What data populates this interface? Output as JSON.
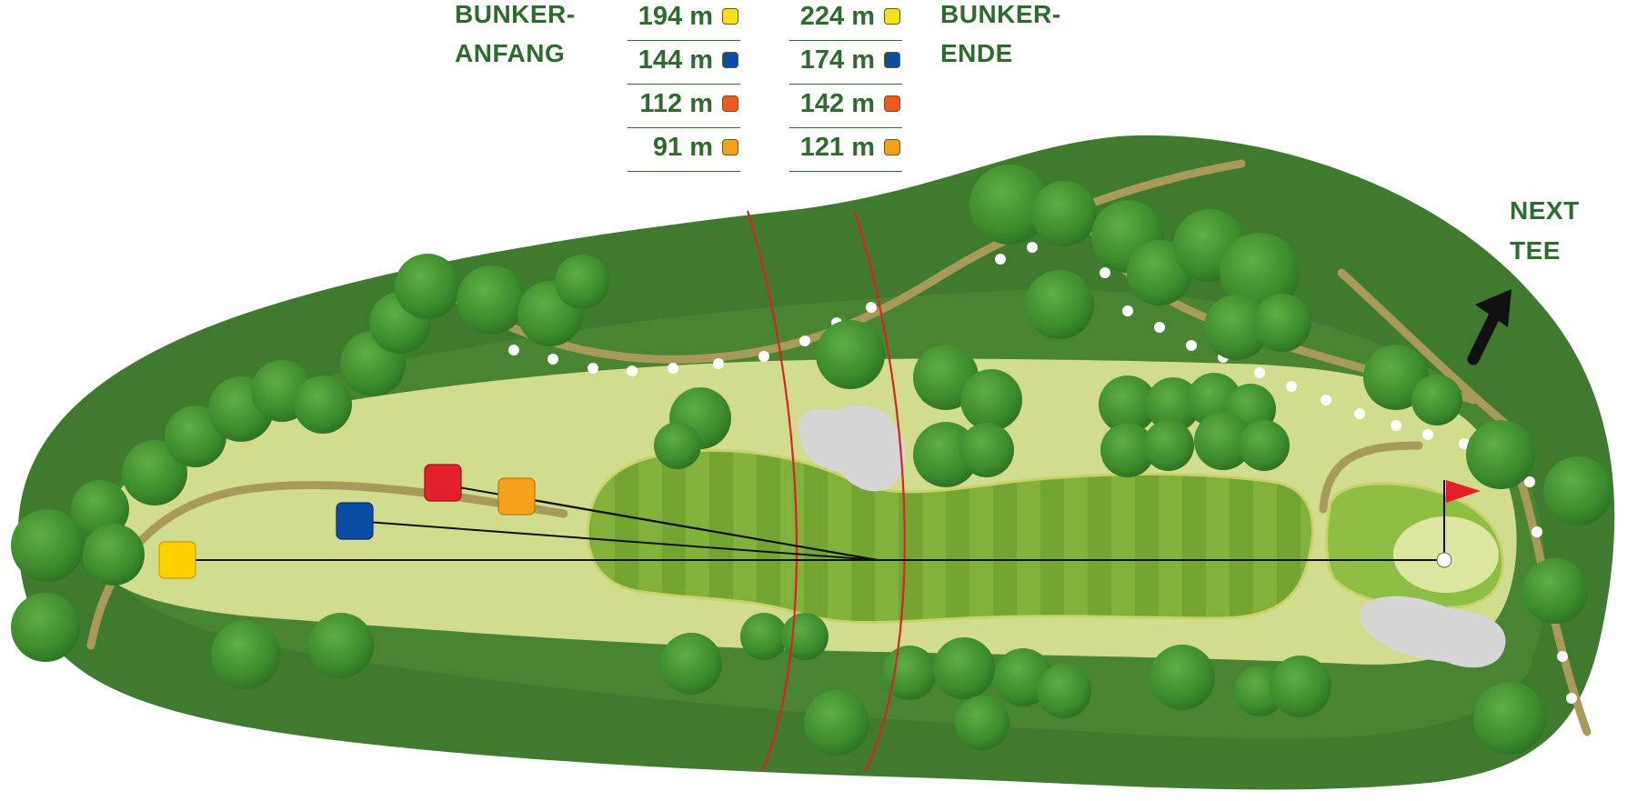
{
  "labels": {
    "bunker_start": [
      "BUNKER-",
      "ANFANG"
    ],
    "bunker_end": [
      "BUNKER-",
      "ENDE"
    ],
    "next_tee": [
      "NEXT",
      "TEE"
    ]
  },
  "tee_colors": {
    "yellow": "#ffd200",
    "blue": "#0b4da2",
    "red": "#e3202a",
    "orange": "#f5a21a"
  },
  "bunker_start_distances": [
    {
      "value": "194 m",
      "tee": "yellow",
      "color": "#f6e21c"
    },
    {
      "value": "144 m",
      "tee": "blue",
      "color": "#0b4da2"
    },
    {
      "value": "112 m",
      "tee": "red",
      "color": "#f05a22"
    },
    {
      "value": "91 m",
      "tee": "orange",
      "color": "#f5a21a"
    }
  ],
  "bunker_end_distances": [
    {
      "value": "224 m",
      "tee": "yellow",
      "color": "#f6e21c"
    },
    {
      "value": "174 m",
      "tee": "blue",
      "color": "#0b4da2"
    },
    {
      "value": "142 m",
      "tee": "red",
      "color": "#f05a22"
    },
    {
      "value": "121 m",
      "tee": "orange",
      "color": "#f5a21a"
    }
  ],
  "map_colors": {
    "rough": "#3f7a2e",
    "semi_rough": "#d2dc8e",
    "fairway": "#82b23c",
    "green": "#a5c85a",
    "bunker": "#d6d6d6",
    "path": "#a89a5a",
    "tree": "#3e8c2e",
    "distance_arc": "#d8232a"
  }
}
